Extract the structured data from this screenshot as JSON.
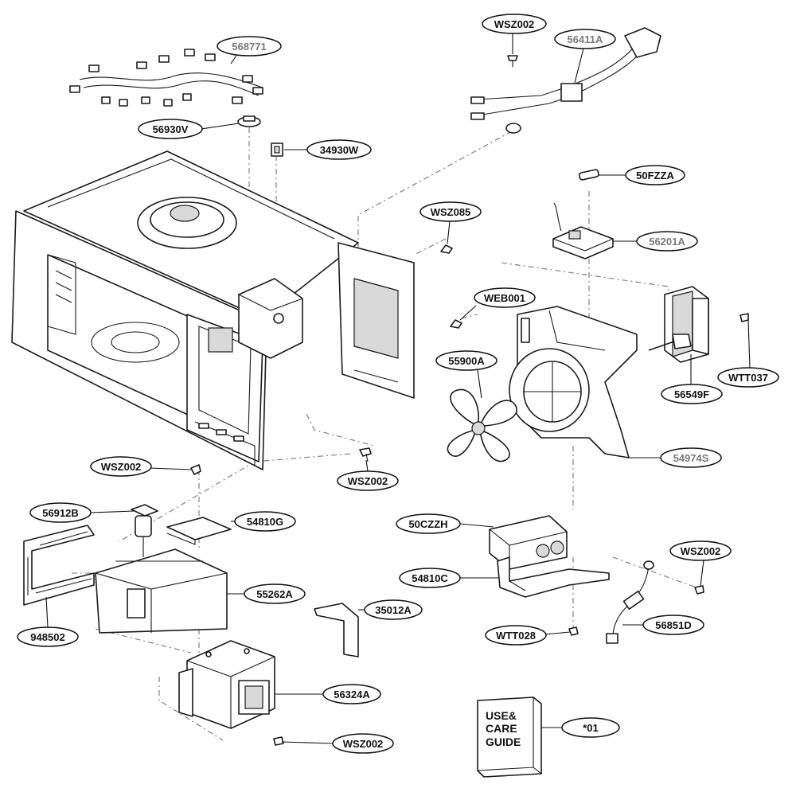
{
  "labels": {
    "wire_harness": "568771",
    "screw_top": "WSZ002",
    "power_cord": "56411A",
    "thermal_fuse": "56930V",
    "switch": "34930W",
    "fuse": "50FZZA",
    "screw_mid": "WSZ085",
    "pcb": "56201A",
    "screw_web": "WEB001",
    "fan_blade": "55900A",
    "fan_motor": "56549F",
    "screw_motor": "WTT037",
    "fan_bracket": "54974S",
    "screw_left": "WSZ002",
    "screw_center": "WSZ002",
    "support": "56912B",
    "cover": "54810G",
    "capacitor": "50CZZH",
    "screw_right": "WSZ002",
    "cap_bracket": "54810C",
    "transformer": "55262A",
    "bracket": "35012A",
    "diode": "56851D",
    "screw_cap": "WTT028",
    "gasket": "948502",
    "magnetron": "56324A",
    "screw_bottom": "WSZ002",
    "guide_ref": "*01"
  },
  "guide": {
    "line1": "USE&",
    "line2": "CARE",
    "line3": "GUIDE"
  },
  "colors": {
    "line": "#1a1a1a",
    "label_grey": "#7a7a7a",
    "label_dark": "#111111"
  }
}
